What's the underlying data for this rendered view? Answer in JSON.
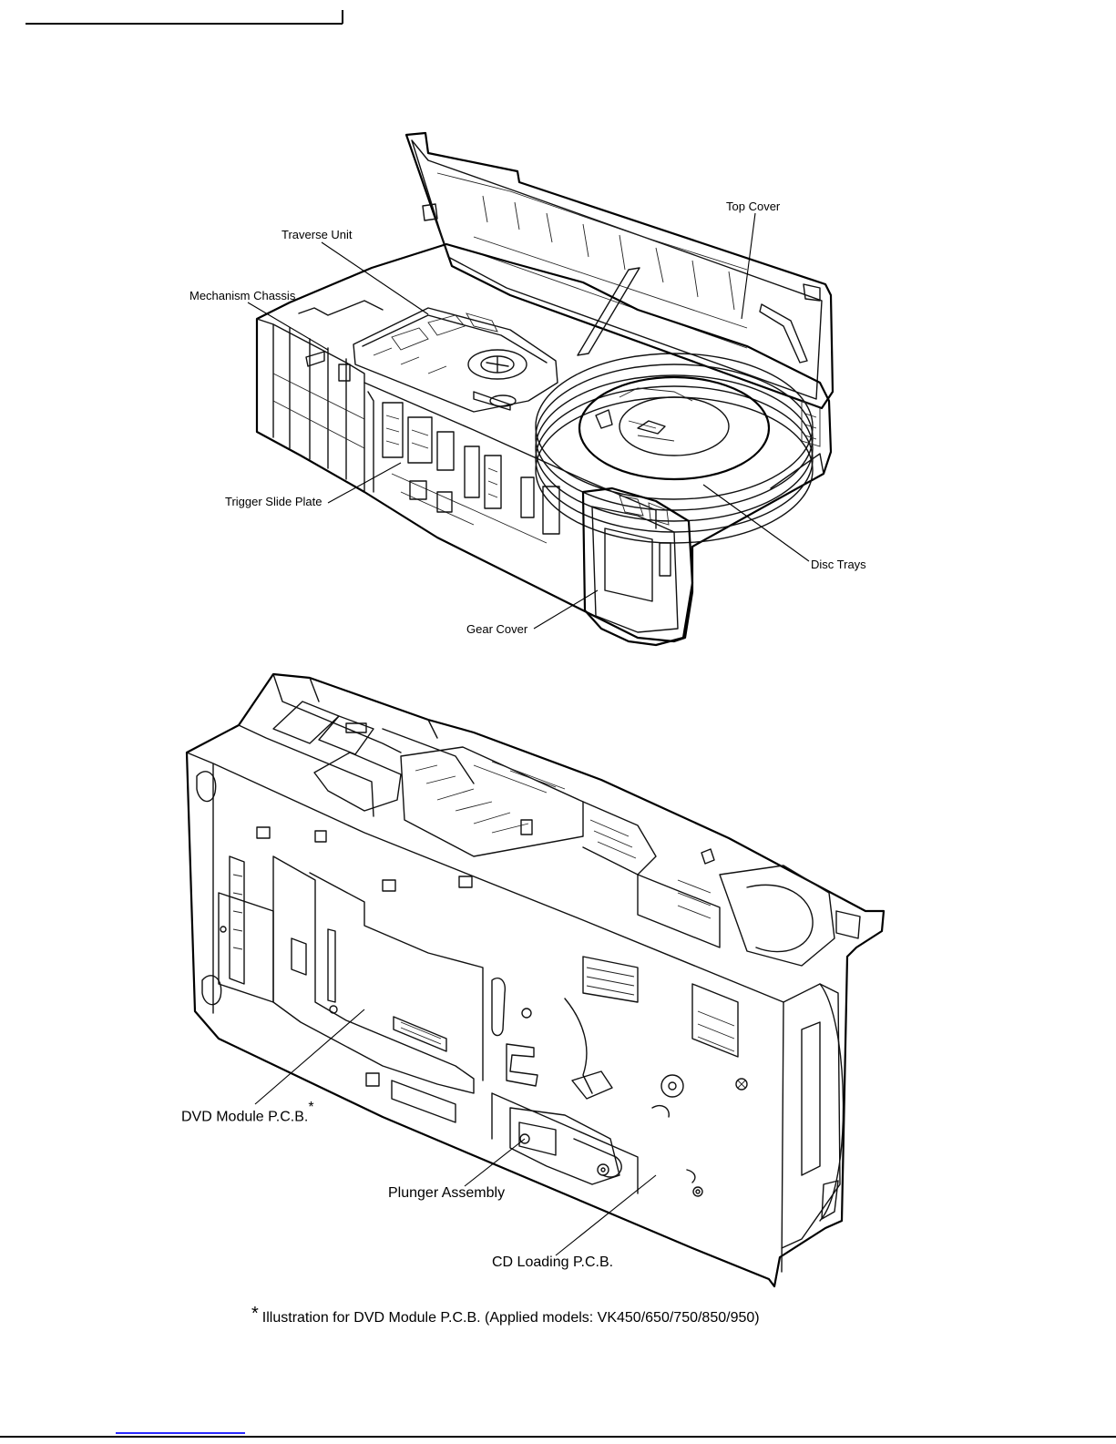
{
  "figure1": {
    "labels": {
      "top_cover": "Top Cover",
      "traverse_unit": "Traverse Unit",
      "mechanism_chassis": "Mechanism Chassis",
      "trigger_slide_plate": "Trigger Slide Plate",
      "disc_trays": "Disc Trays",
      "gear_cover": "Gear Cover"
    }
  },
  "figure2": {
    "labels": {
      "dvd_module_pcb": "DVD Module P.C.B.",
      "dvd_module_marker": "*",
      "plunger_assembly": "Plunger Assembly",
      "cd_loading_pcb": "CD Loading P.C.B."
    }
  },
  "footnote": {
    "marker": "*",
    "text": "Illustration for DVD Module P.C.B. (Applied models: VK450/650/750/850/950)"
  }
}
